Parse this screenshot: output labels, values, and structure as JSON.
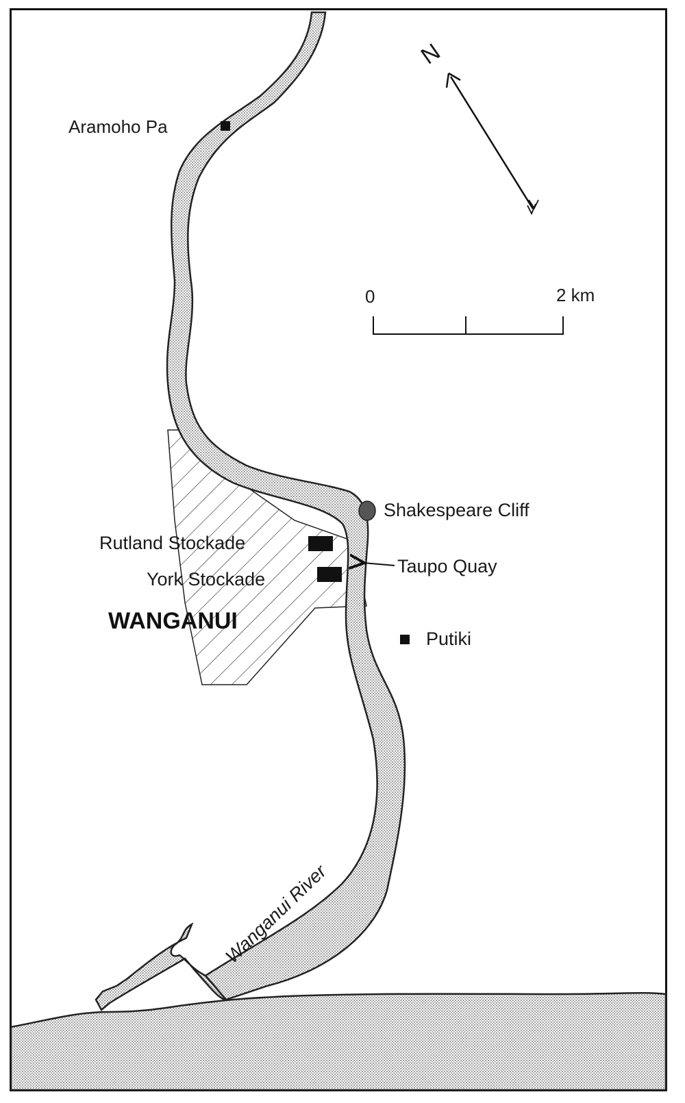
{
  "places": {
    "aramoho": "Aramoho Pa",
    "shakespeare": "Shakespeare Cliff",
    "rutland": "Rutland Stockade",
    "york": "York Stockade",
    "taupo": "Taupo Quay",
    "putiki": "Putiki",
    "town": "WANGANUI"
  },
  "river_label": "Wanganui River",
  "north_label": "N",
  "scale": {
    "start": "0",
    "end": "2 km"
  },
  "colors": {
    "ink": "#111111",
    "river_fill": "#d9d9d9",
    "hatch": "#333333"
  }
}
